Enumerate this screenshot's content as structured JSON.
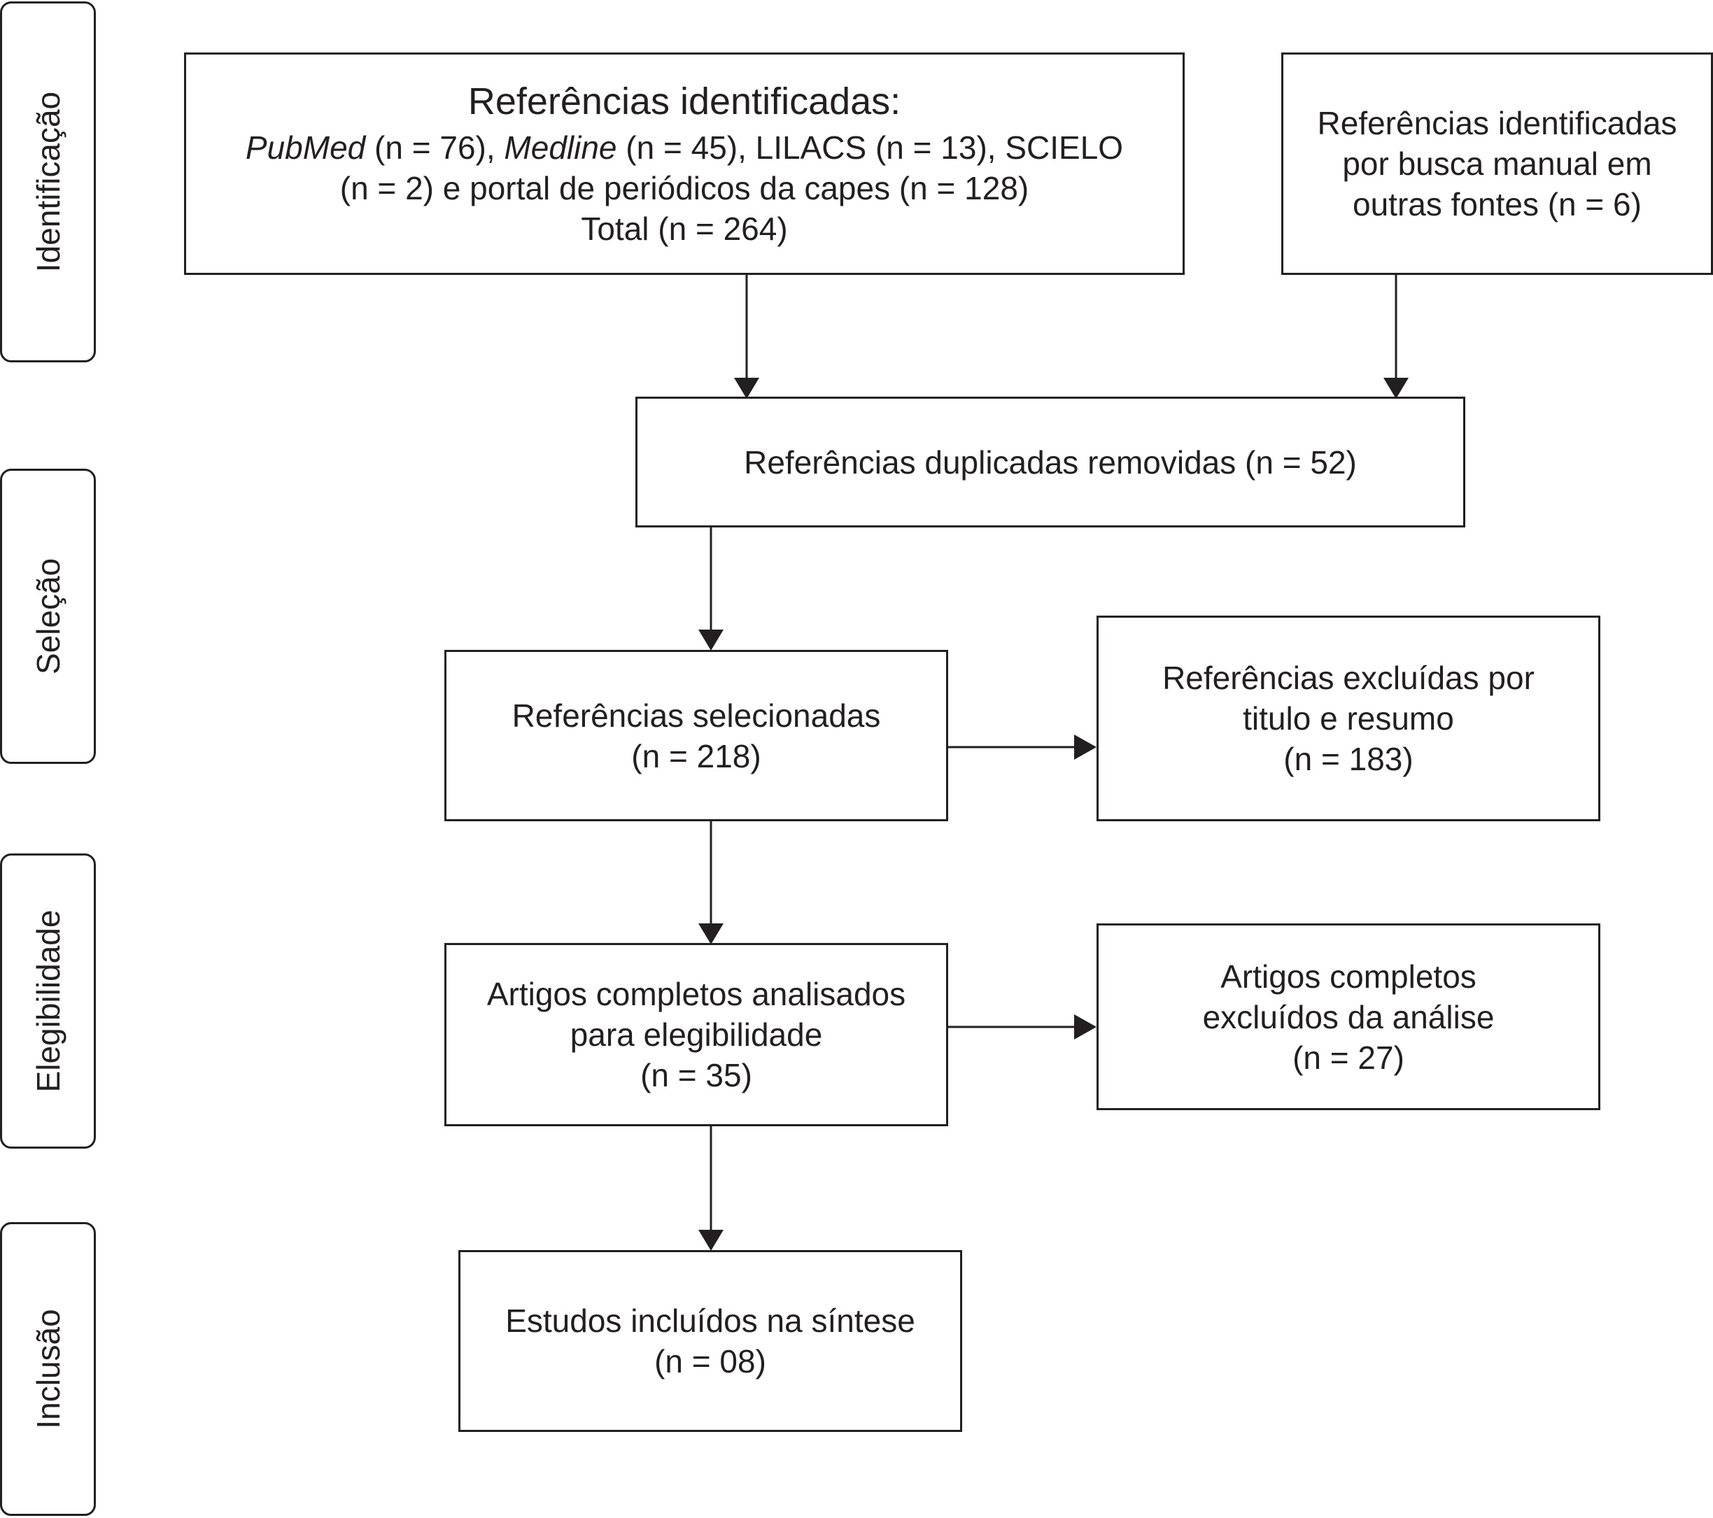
{
  "stages": {
    "identificacao": "Identificação",
    "selecao": "Seleção",
    "elegibilidade": "Elegibilidade",
    "inclusao": "Inclusão"
  },
  "boxes": {
    "identified_db": {
      "title": "Referências identificadas:",
      "pubmed": "PubMed",
      "pubmed_n": " (n = 76), ",
      "medline": "Medline",
      "medline_rest": " (n = 45), LILACS (n = 13), SCIELO",
      "line3": "(n = 2) e portal de periódicos da capes (n = 128)",
      "line4": "Total (n = 264)"
    },
    "identified_manual": {
      "line1": "Referências identificadas",
      "line2": "por busca manual em",
      "line3": "outras fontes (n = 6)"
    },
    "duplicates": {
      "line1": "Referências duplicadas removidas (n = 52)"
    },
    "selected": {
      "line1": "Referências selecionadas",
      "line2": "(n = 218)"
    },
    "excluded_title": {
      "line1": "Referências excluídas por",
      "line2": "titulo e resumo",
      "line3": "(n = 183)"
    },
    "full_text": {
      "line1": "Artigos completos analisados",
      "line2": "para elegibilidade",
      "line3": "(n = 35)"
    },
    "excluded_full": {
      "line1": "Artigos completos",
      "line2": "excluídos da análise",
      "line3": "(n = 27)"
    },
    "included": {
      "line1": "Estudos incluídos na síntese",
      "line2": "(n = 08)"
    }
  }
}
